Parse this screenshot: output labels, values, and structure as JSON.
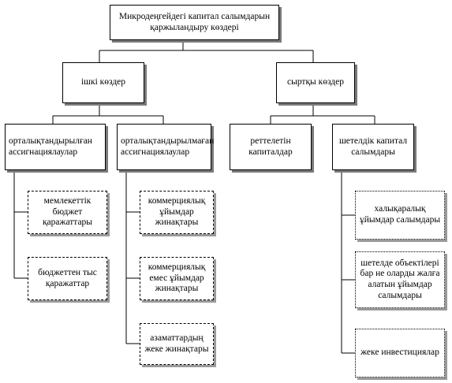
{
  "root": {
    "label": "Микродеңгейдегі капитал салымдарын қаржыландыру көздері"
  },
  "groups": [
    {
      "label": "ішкі көздер",
      "children": [
        {
          "label": "орталықтандырылған ассигнациялаулар",
          "leaves": [
            "мемлекеттік бюджет қаражаттары",
            "бюджеттен тыс қаражаттар"
          ]
        },
        {
          "label": "орталықтандырылмаған ассигнациялаулар",
          "leaves": [
            "коммерциялық ұйымдар жинақтары",
            "коммерциялық емес ұйымдар жинақтары",
            "азаматтардың жеке жинақтары"
          ]
        }
      ]
    },
    {
      "label": "сыртқы көздер",
      "children": [
        {
          "label": "реттелетін капиталдар",
          "leaves": []
        },
        {
          "label": "шетелдік капитал салымдары",
          "leaves": [
            "халықаралық ұйымдар салымдары",
            "шетелде объектілері бар не оларды жалға алатын ұйымдар салымдары",
            "жеке инвестициялар"
          ]
        }
      ]
    }
  ]
}
